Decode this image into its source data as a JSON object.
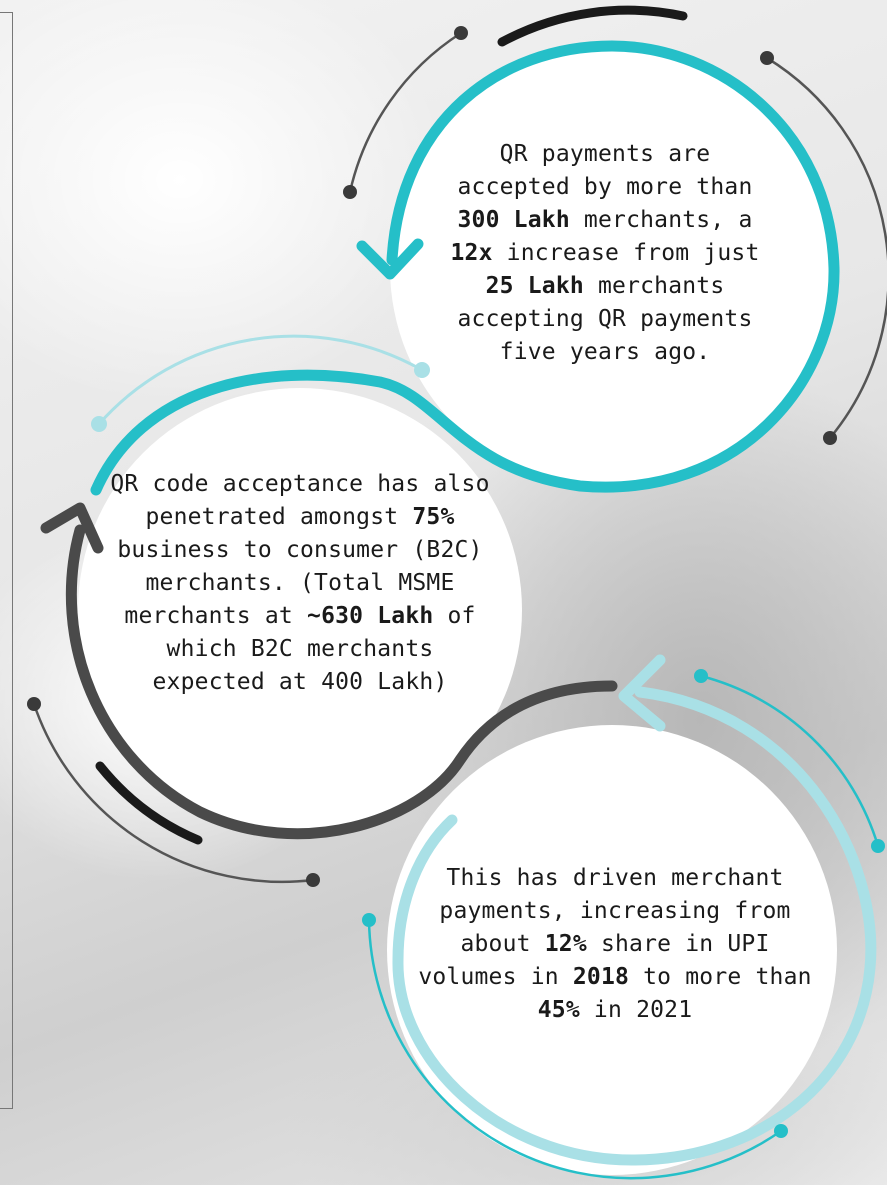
{
  "colors": {
    "teal": "#25bfc8",
    "light_teal": "#a9e0e6",
    "dark_grey": "#4a4a4a",
    "black": "#1a1a1a",
    "thin_grey": "#555555",
    "white": "#ffffff"
  },
  "circles": [
    {
      "id": "qr-merchants",
      "parts": [
        {
          "text": "QR payments are accepted by more than ",
          "bold": false
        },
        {
          "text": "300 Lakh",
          "bold": true
        },
        {
          "text": " merchants, a ",
          "bold": false
        },
        {
          "text": "12x",
          "bold": true
        },
        {
          "text": " increase from just ",
          "bold": false
        },
        {
          "text": "25 Lakh",
          "bold": true
        },
        {
          "text": " merchants accepting QR payments five years ago.",
          "bold": false
        }
      ]
    },
    {
      "id": "qr-penetration",
      "parts": [
        {
          "text": "QR code acceptance has also penetrated amongst ",
          "bold": false
        },
        {
          "text": "75%",
          "bold": true
        },
        {
          "text": " business to consumer (B2C) merchants. (Total MSME merchants at ",
          "bold": false
        },
        {
          "text": "~630 Lakh",
          "bold": true
        },
        {
          "text": " of which B2C merchants expected at 400 Lakh)",
          "bold": false
        }
      ]
    },
    {
      "id": "merchant-share",
      "parts": [
        {
          "text": "This has driven merchant payments, increasing from about ",
          "bold": false
        },
        {
          "text": "12%",
          "bold": true
        },
        {
          "text": " share in UPI volumes in ",
          "bold": false
        },
        {
          "text": "2018",
          "bold": true
        },
        {
          "text": " to more than ",
          "bold": false
        },
        {
          "text": "45%",
          "bold": true
        },
        {
          "text": " in 2021",
          "bold": false
        }
      ]
    }
  ]
}
